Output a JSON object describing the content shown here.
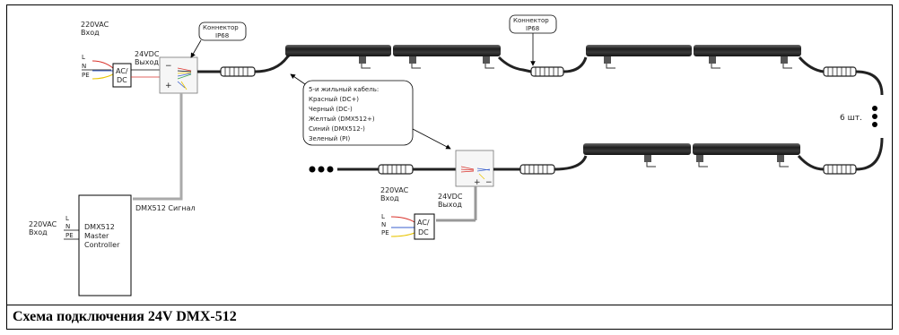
{
  "caption": "Схема подключения 24V DMX-512",
  "psu_top": {
    "input_line1": "220VAC",
    "input_line2": "Вход",
    "l": "L",
    "n": "N",
    "pe": "PE",
    "box_line1": "AC/",
    "box_line2": "DC",
    "output_line1": "24VDC",
    "output_line2": "Выход",
    "minus": "−",
    "plus": "+"
  },
  "psu_bottom": {
    "input_line1": "220VAC",
    "input_line2": "Вход",
    "l": "L",
    "n": "N",
    "pe": "PE",
    "box_line1": "AC/",
    "box_line2": "DC",
    "output_line1": "24VDC",
    "output_line2": "Выход",
    "minus": "−",
    "plus": "+"
  },
  "controller": {
    "input_line1": "220VAC",
    "input_line2": "Вход",
    "l": "L",
    "n": "N",
    "pe": "PE",
    "line1": "DMX512",
    "line2": "Master",
    "line3": "Controller",
    "signal_label": "DMX512 Сигнал"
  },
  "connector_callouts": [
    {
      "line1": "Коннектор",
      "line2": "IP68"
    },
    {
      "line1": "Коннектор",
      "line2": "IP68"
    }
  ],
  "cable_callout": {
    "title": "5-и жильный кабель:",
    "lines": [
      "Красный (DC+)",
      "Черный (DC-)",
      "Желтый (DMX512+)",
      "Синий (DMX512-)",
      "Зеленый (PI)"
    ]
  },
  "count_label": "6 шт.",
  "ellipsis": "●●●",
  "colors": {
    "wire_red": "#d9322b",
    "wire_blue": "#3a5fcd",
    "wire_yellow": "#e8c400",
    "wire_green": "#3aa84a",
    "fixture": "#2e2e2e",
    "fixture_light": "#8a8a8a"
  }
}
